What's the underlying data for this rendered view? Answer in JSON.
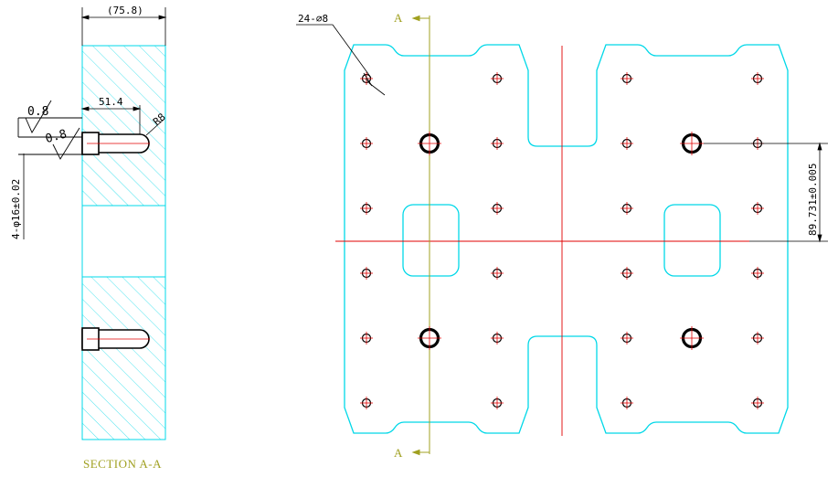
{
  "annotations": {
    "overall_width": "(75.8)",
    "depth": "51.4",
    "radius": "R8",
    "roughness_1": "0.8",
    "roughness_2": "0.8",
    "bore_callout": "4-φ16±0.02",
    "hole_callout": "24-⌀8",
    "spacing": "89.731±0.005",
    "section_title": "SECTION A-A",
    "cut_label_top": "A",
    "cut_label_bottom": "A"
  },
  "colors": {
    "outline": "#00d8e8",
    "centerline_red": "#e00000",
    "cut_line": "#a0a020",
    "hole_fill": "#ffffff",
    "dimension": "#000000"
  }
}
